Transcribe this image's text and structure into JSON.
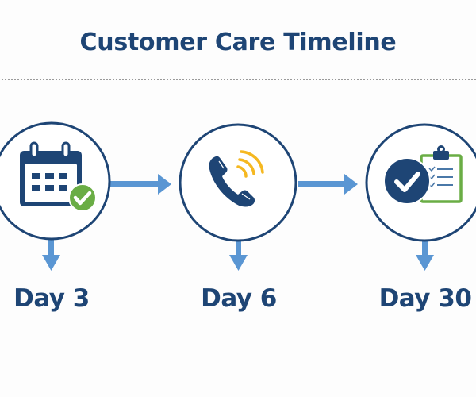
{
  "title": "Customer Care Timeline",
  "colors": {
    "primary_navy": "#1e4575",
    "arrow_blue": "#5a96d3",
    "check_green": "#6aad45",
    "signal_yellow": "#f5b821",
    "divider_gray": "#9a9a9a",
    "background": "#fdfdfd"
  },
  "steps": [
    {
      "label": "Day 3",
      "icon": "calendar-check-icon"
    },
    {
      "label": "Day 6",
      "icon": "phone-call-icon"
    },
    {
      "label": "Day 30",
      "icon": "checklist-complete-icon"
    }
  ]
}
